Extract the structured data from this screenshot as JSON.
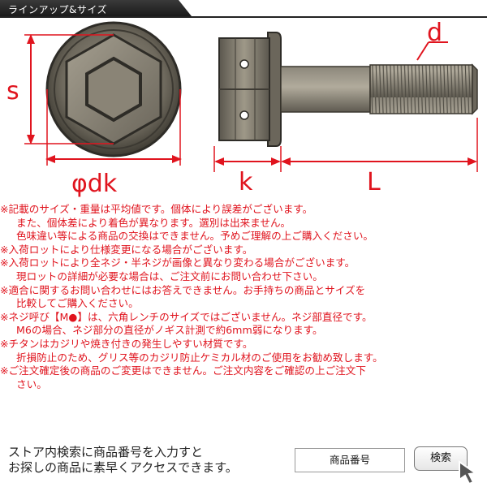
{
  "header": {
    "title": "ラインアップ&サイズ"
  },
  "diagram": {
    "labels": {
      "s": "s",
      "dk": "φdk",
      "k": "k",
      "L": "L",
      "d": "d"
    }
  },
  "notes": [
    {
      "text": "※記載のサイズ・重量は平均値です。個体により誤差がございます。",
      "indent": false
    },
    {
      "text": "また、個体差により着色が異なります。選別は出来ません。",
      "indent": true
    },
    {
      "text": "色味違い等による商品の交換はできません。予めご理解の上ご購入ください。",
      "indent": true
    },
    {
      "text": "※入荷ロットにより仕様変更になる場合がございます。",
      "indent": false
    },
    {
      "text": "※入荷ロットにより全ネジ・半ネジが画像と異なり変わる場合がございます。",
      "indent": false
    },
    {
      "text": "現ロットの詳細が必要な場合は、ご注文前にお問い合わせ下さい。",
      "indent": true
    },
    {
      "text": "※適合に関するお問い合わせにはお答えできません。お手持ちの商品とサイズを",
      "indent": false
    },
    {
      "text": "比較してご購入ください。",
      "indent": true
    },
    {
      "text": "※ネジ呼び【M●】は、六角レンチのサイズではございません。ネジ部直径です。",
      "indent": false
    },
    {
      "text": "M6の場合、ネジ部分の直径がノギス計測で約6mm弱になります。",
      "indent": true
    },
    {
      "text": "※チタンはカジリや焼き付きの発生しやすい材質です。",
      "indent": false
    },
    {
      "text": "折損防止のため、グリス等のカジリ防止ケミカル材のご使用をお勧め致します。",
      "indent": true
    },
    {
      "text": "※ご注文確定後の商品のご変更はできません。ご注文内容をご確認の上ご注文下",
      "indent": false
    },
    {
      "text": "さい。",
      "indent": true
    }
  ],
  "search": {
    "line1": "ストア内検索に商品番号を入力すと",
    "line2": "お探しの商品に素早くアクセスできます。",
    "input_value": "商品番号",
    "button_label": "検索"
  },
  "colors": {
    "accent_red": "#e0141e",
    "header_dark": "#222222"
  }
}
